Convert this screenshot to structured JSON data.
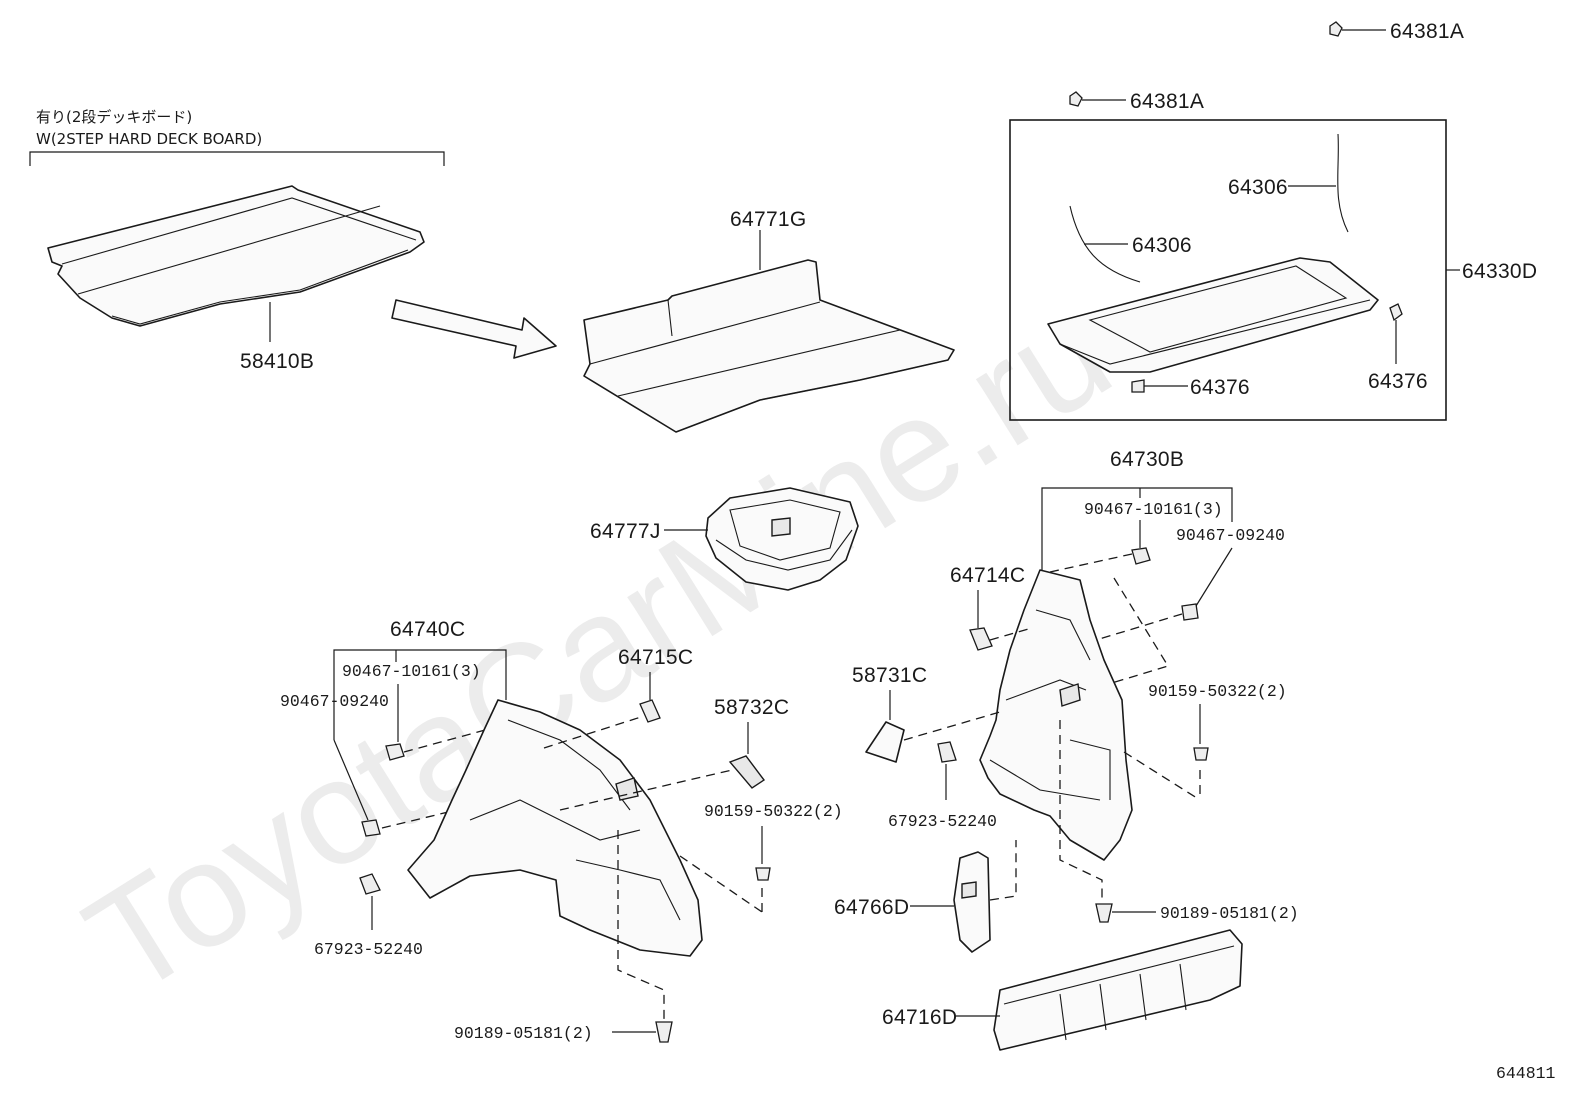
{
  "note": {
    "line1": "有り(2段デッキボード)",
    "line2": "W(2STEP HARD DECK BOARD)"
  },
  "watermark": "ToyotaCarMine.ru",
  "diagram_id": "644811",
  "labels": {
    "p64381A_top": "64381A",
    "p64381A_box": "64381A",
    "p64306_upper": "64306",
    "p64306_lower": "64306",
    "p64330D": "64330D",
    "p64376_left": "64376",
    "p64376_right": "64376",
    "p58410B": "58410B",
    "p64771G": "64771G",
    "p64777J": "64777J",
    "p64730B": "64730B",
    "p90467_10161_right": "90467-10161(3)",
    "p90467_09240_right": "90467-09240",
    "p64714C": "64714C",
    "p58731C": "58731C",
    "p90159_50322_right": "90159-50322(2)",
    "p67923_52240_right": "67923-52240",
    "p64766D": "64766D",
    "p90189_05181_right": "90189-05181(2)",
    "p64716D": "64716D",
    "p64740C": "64740C",
    "p90467_10161_left": "90467-10161(3)",
    "p90467_09240_left": "90467-09240",
    "p64715C": "64715C",
    "p58732C": "58732C",
    "p90159_50322_left": "90159-50322(2)",
    "p67923_52240_left": "67923-52240",
    "p90189_05181_left": "90189-05181(2)"
  }
}
